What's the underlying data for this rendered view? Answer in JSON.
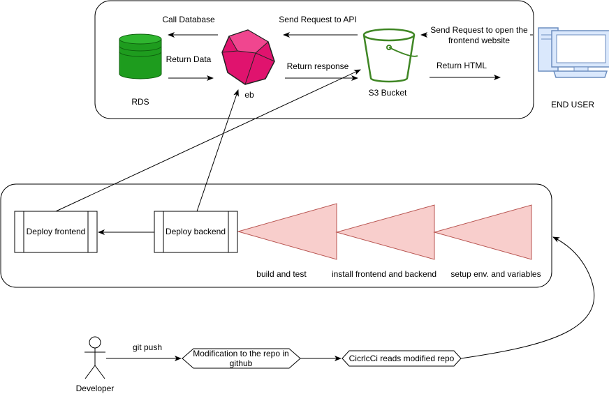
{
  "aws_edges": {
    "call_database": "Call Database",
    "return_data": "Return Data",
    "send_request_api": "Send Request to API",
    "return_response": "Return response",
    "send_request_open_line1": "Send Request to open the",
    "send_request_open_line2": "frontend website",
    "return_html": "Return HTML"
  },
  "aws_nodes": {
    "rds": "RDS",
    "eb": "eb",
    "s3": "S3 Bucket",
    "end_user": "END USER"
  },
  "pipeline": {
    "deploy_frontend": "Deploy frontend",
    "deploy_backend": "Deploy backend",
    "build_and_test": "build and test",
    "install": "install frontend and backend",
    "setup": "setup env. and variables"
  },
  "workflow": {
    "developer": "Developer",
    "git_push": "git push",
    "modification_line1": "Modification to the repo in",
    "modification_line2": "github",
    "circleci": "CicrlcCi reads modified repo"
  },
  "colors": {
    "rds": "#1e9c1e",
    "eb": "#e0136e",
    "s3": "#3f8624",
    "stage_fill": "#f8cecc",
    "stage_stroke": "#b85450",
    "monitor": "#6c8ebf"
  }
}
